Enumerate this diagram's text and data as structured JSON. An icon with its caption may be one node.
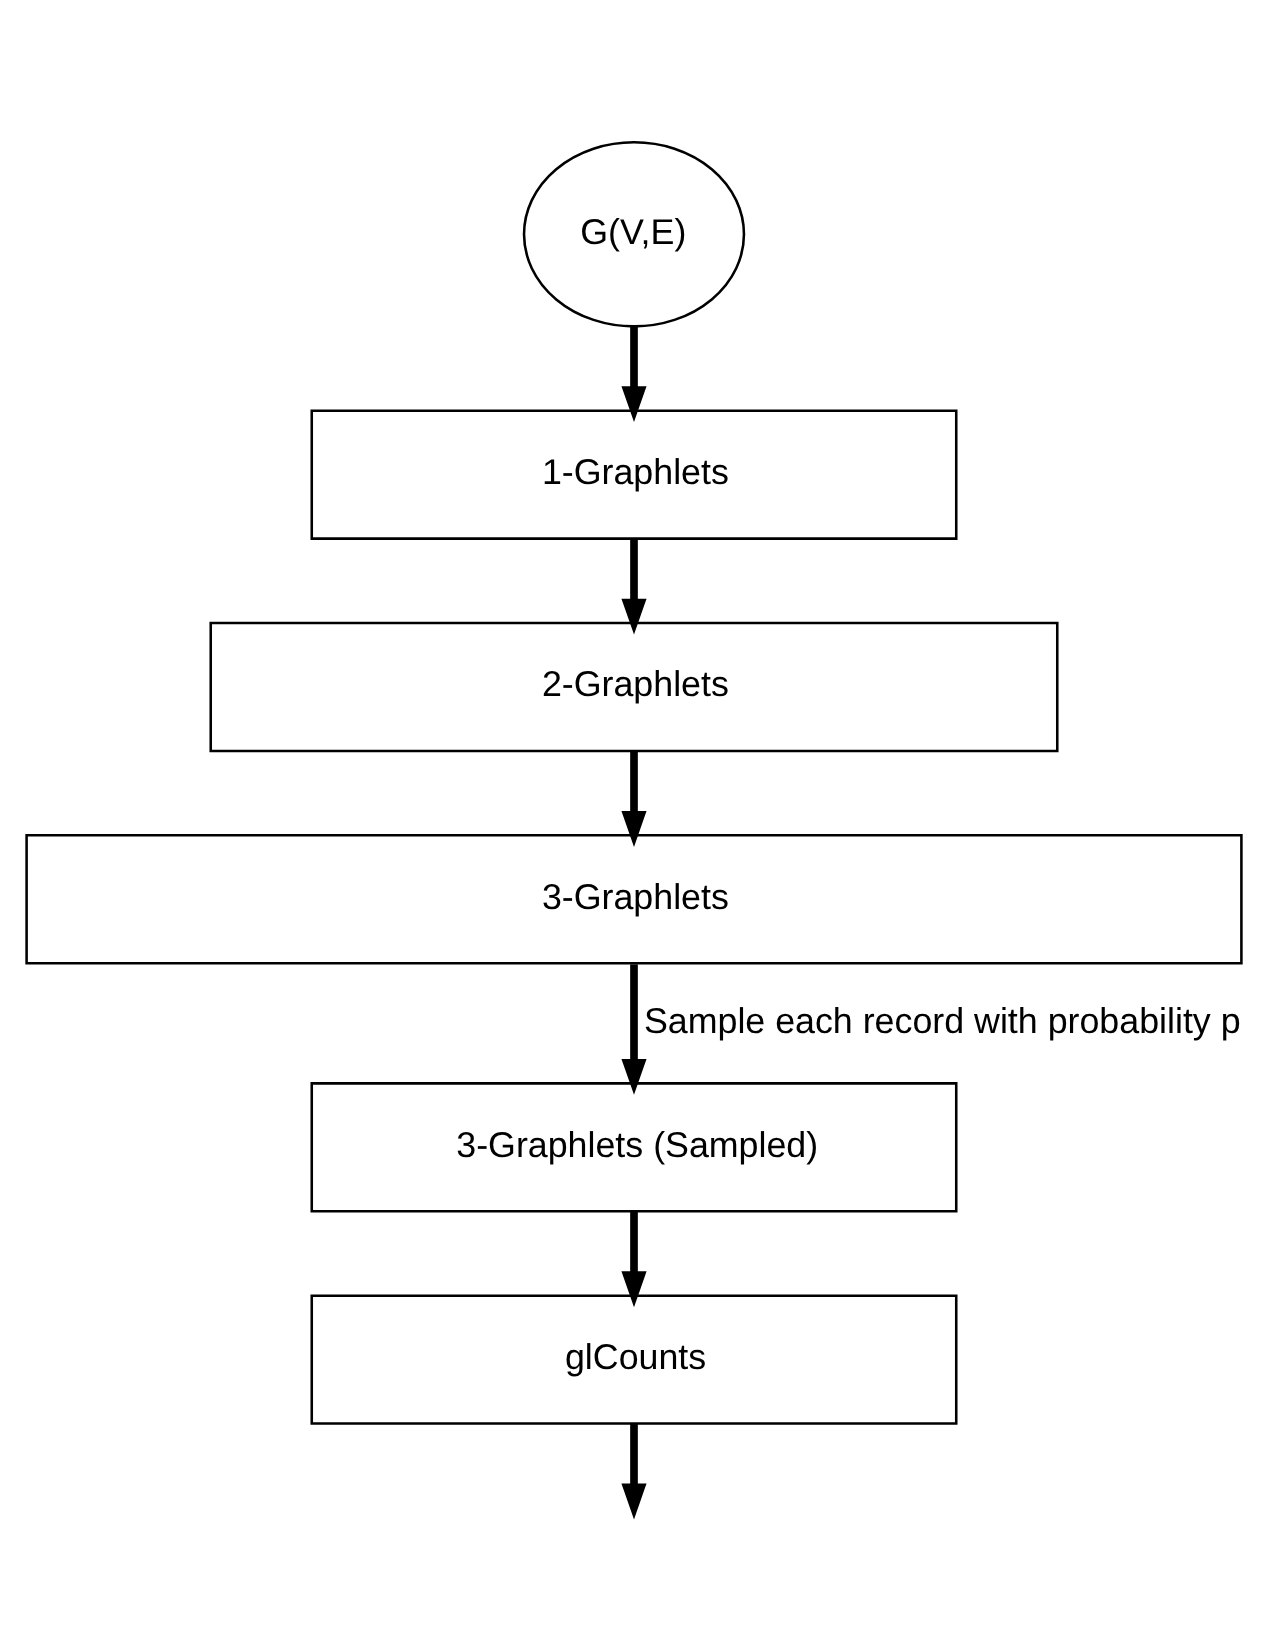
{
  "diagram": {
    "nodes": [
      {
        "text": [
          "G(V,E)"
        ]
      },
      {
        "text": [
          "1-Graphlets"
        ]
      },
      {
        "text": [
          "2-Graphlets"
        ]
      },
      {
        "text": [
          "3-Graphlets"
        ]
      },
      {
        "text": [
          "3-Graphlets (Sampled)"
        ]
      },
      {
        "text": [
          "glCounts"
        ]
      }
    ],
    "edges": [
      {
        "from": 0,
        "to": 1,
        "arrow": "to"
      },
      {
        "from": 1,
        "to": 2,
        "arrow": "to"
      },
      {
        "from": 2,
        "to": 3,
        "arrow": "to"
      },
      {
        "from": 3,
        "to": 4,
        "arrow": "to",
        "label": "Sample each record with probability p"
      },
      {
        "from": 4,
        "to": 5,
        "arrow": "to"
      },
      {
        "from": 5,
        "to": null,
        "arrow": "to"
      }
    ]
  }
}
